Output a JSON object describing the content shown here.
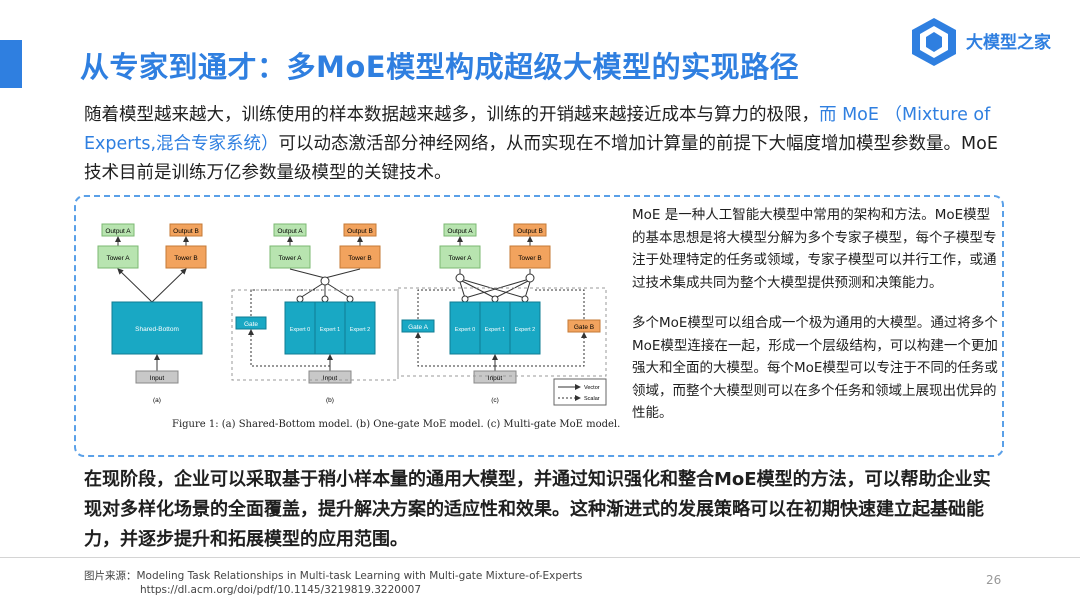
{
  "header": {
    "title": "从专家到通才：多MoE模型构成超级大模型的实现路径",
    "logo_text": "大模型之家"
  },
  "intro": {
    "text_plain": "随着模型越来越大，训练使用的样本数据越来越多，训练的开销越来越接近成本与算力的极限，",
    "text_highlight": "而 MoE （Mixture of Experts,混合专家系统）",
    "text_rest": "可以动态激活部分神经网络，从而实现在不增加计算量的前提下大幅度增加模型参数量。MoE 技术目前是训练万亿参数量级模型的关键技术。"
  },
  "figure": {
    "caption": "Figure 1: (a) Shared-Bottom model. (b) One-gate MoE model. (c) Multi-gate MoE model.",
    "output_a": "Output A",
    "output_b": "Output B",
    "tower_a": "Tower A",
    "tower_b": "Tower B",
    "shared_bottom": "Shared-Bottom",
    "input": "Input",
    "gate": "Gate",
    "gate_a": "Gate A",
    "gate_b": "Gate B",
    "expert_0": "Expert 0",
    "expert_1": "Expert 1",
    "expert_2": "Expert 2",
    "label_a": "(a)",
    "label_b": "(b)",
    "label_c": "(c)",
    "legend_vector": "Vector",
    "legend_scalar": "Scalar"
  },
  "side": {
    "p1": "MoE 是一种人工智能大模型中常用的架构和方法。MoE模型的基本思想是将大模型分解为多个专家子模型，每个子模型专注于处理特定的任务或领域，专家子模型可以并行工作，或通过技术集成共同为整个大模型提供预测和决策能力。",
    "p2": "多个MoE模型可以组合成一个极为通用的大模型。通过将多个MoE模型连接在一起，形成一个层级结构，可以构建一个更加强大和全面的大模型。每个MoE模型可以专注于不同的任务或领域，而整个大模型则可以在多个任务和领域上展现出优异的性能。"
  },
  "bottom": {
    "text": "在现阶段，企业可以采取基于稍小样本量的通用大模型，并通过知识强化和整合MoE模型的方法，可以帮助企业实现对多样化场景的全面覆盖，提升解决方案的适应性和效果。这种渐进式的发展策略可以在初期快速建立起基础能力，并逐步提升和拓展模型的应用范围。"
  },
  "footer": {
    "source_label": "图片来源：",
    "source_title": "Modeling Task Relationships in Multi-task Learning with Multi-gate Mixture-of-Experts",
    "source_url": "https://dl.acm.org/doi/pdf/10.1145/3219819.3220007",
    "page_number": "26"
  },
  "colors": {
    "accent": "#2f7fe0",
    "expert_fill": "#19a8c4",
    "output_a_fill": "#b8e4b0",
    "output_b_fill": "#f2a35e"
  }
}
